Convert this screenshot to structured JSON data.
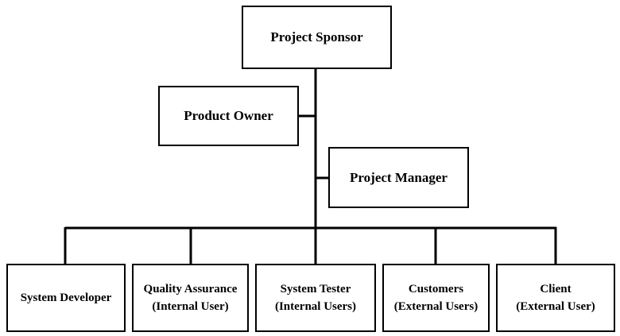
{
  "org_chart": {
    "sponsor": {
      "label": "Project Sponsor"
    },
    "product_owner": {
      "label": "Product Owner"
    },
    "project_manager": {
      "label": "Project Manager"
    },
    "team": [
      {
        "line1": "System Developer",
        "line2": ""
      },
      {
        "line1": "Quality Assurance",
        "line2": "(Internal User)"
      },
      {
        "line1": "System Tester",
        "line2": "(Internal Users)"
      },
      {
        "line1": "Customers",
        "line2": "(External Users)"
      },
      {
        "line1": "Client",
        "line2": "(External User)"
      }
    ]
  }
}
